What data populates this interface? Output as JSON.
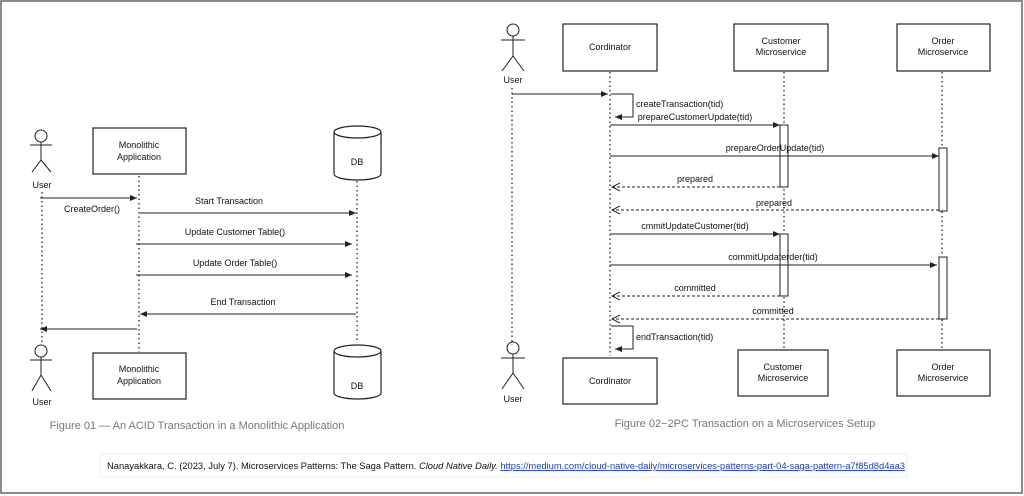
{
  "figure1": {
    "user_top": "User",
    "user_bottom": "User",
    "mono_line1": "Monolithic",
    "mono_line2": "Application",
    "db": "DB",
    "messages": [
      "CreateOrder()",
      "Start Transaction",
      "Update Customer Table()",
      "Update Order Table()",
      "End Transaction"
    ],
    "caption": "Figure 01 — An ACID Transaction in a Monolithic Application"
  },
  "figure2": {
    "user": "User",
    "coordinator": "Cordinator",
    "customer_line1": "Customer",
    "customer_line2": "Microservice",
    "order_line1": "Order",
    "order_line2": "Microservice",
    "messages": [
      "createTransaction(tid)",
      "prepareCustomerUpdate(tid)",
      "prepareOrderUpdate(tid)",
      "prepared",
      "prepared",
      "cmmitUpdateCustomer(tid)",
      "commitUpdaterder(tid)",
      "committed",
      "committed",
      "endTransaction(tid)"
    ],
    "caption": "Figure 02−2PC Transaction on a Microservices Setup"
  },
  "citation": {
    "text": "Nanayakkara, C. (2023, July 7). Microservices Patterns: The Saga Pattern. ",
    "journal": "Cloud Native Daily.",
    "url": "https://medium.com/cloud-native-daily/microservices-patterns-part-04-saga-pattern-a7f85d8d4aa3"
  }
}
